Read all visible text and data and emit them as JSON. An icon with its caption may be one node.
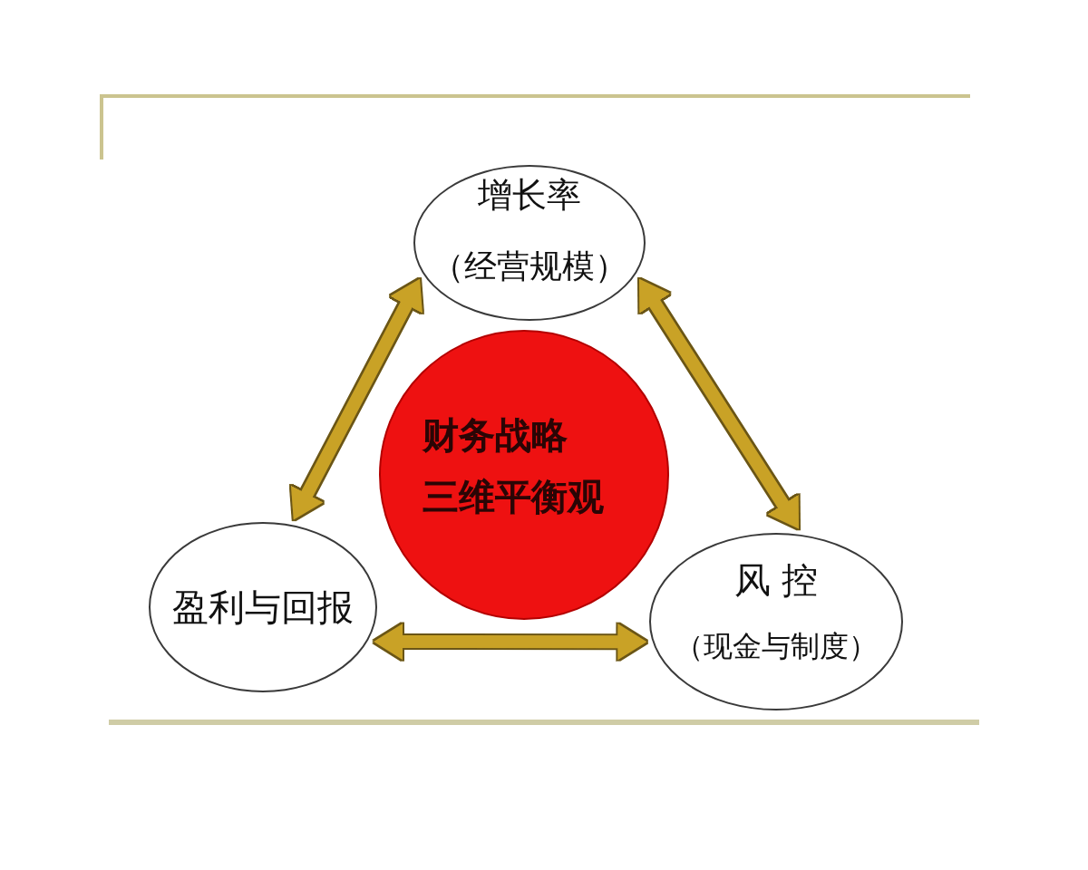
{
  "diagram": {
    "nodes": [
      {
        "text": [
          "增长率",
          "（经营规模）"
        ]
      },
      {
        "text": [
          "财务战略",
          "三维平衡观"
        ]
      },
      {
        "text": [
          "盈利与回报"
        ]
      },
      {
        "text": [
          "风 控",
          "（现金与制度）"
        ]
      }
    ],
    "edges": [
      {
        "from": 2,
        "to": 0,
        "arrow": "both"
      },
      {
        "from": 0,
        "to": 3,
        "arrow": "both"
      },
      {
        "from": 2,
        "to": 3,
        "arrow": "both"
      }
    ]
  }
}
